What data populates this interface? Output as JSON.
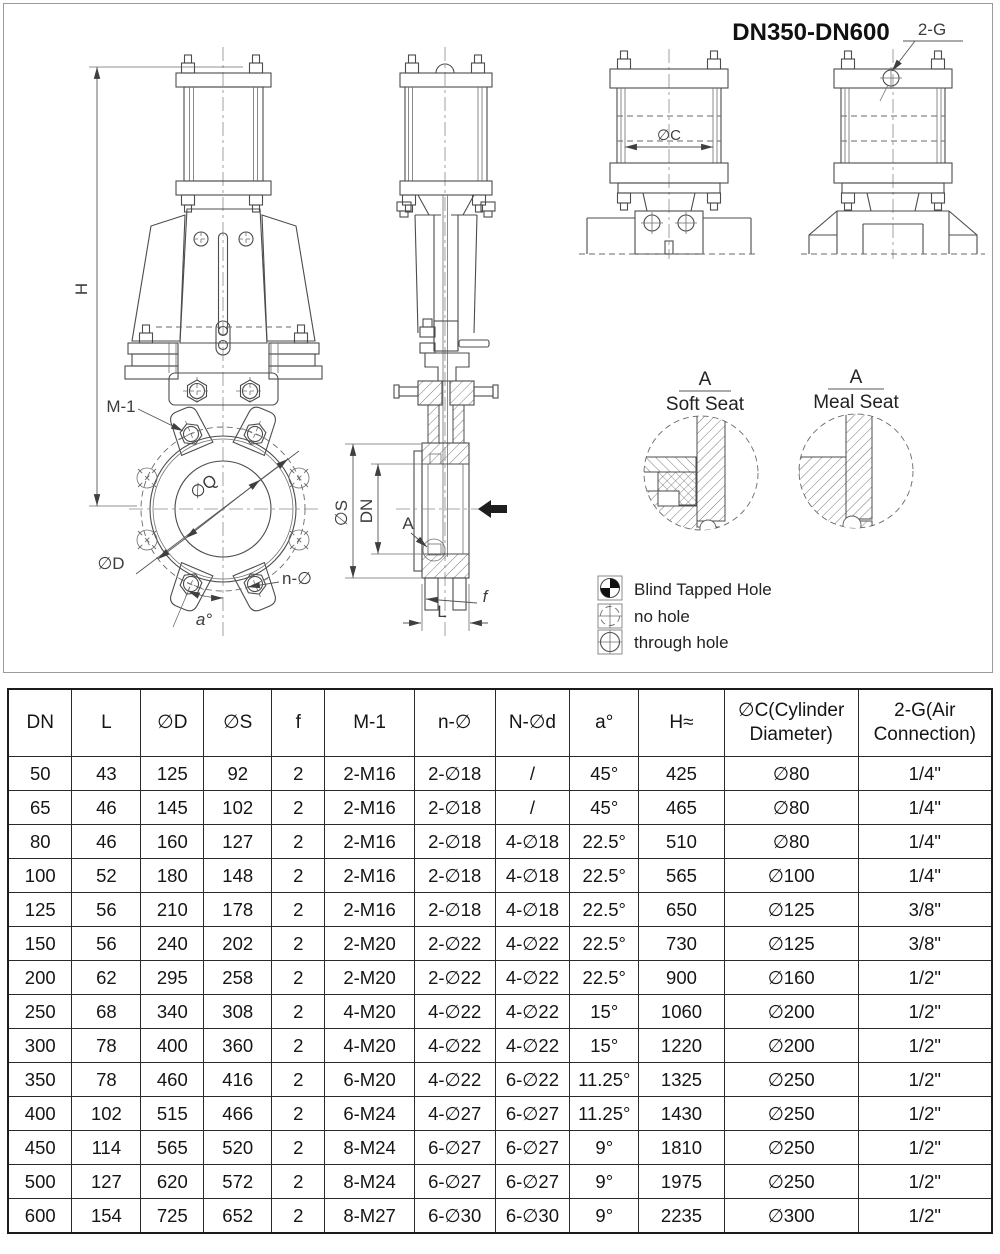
{
  "drawing": {
    "title": "DN350-DN600",
    "labels": {
      "H": "H",
      "M1": "M-1",
      "OQ": "∅Q",
      "OD": "∅D",
      "nO": "n-∅",
      "aDeg": "a°",
      "OS": "∅S",
      "DN": "DN",
      "A": "A",
      "L": "L",
      "f": "f",
      "OC": "∅C",
      "twoG": "2-G"
    },
    "details": [
      {
        "label": "A",
        "caption": "Soft Seat"
      },
      {
        "label": "A",
        "caption": "Meal Seat"
      }
    ],
    "legend": [
      {
        "icon": "blind-tapped-hole-symbol",
        "label": "Blind Tapped Hole"
      },
      {
        "icon": "no-hole-symbol",
        "label": "no hole"
      },
      {
        "icon": "through-hole-symbol",
        "label": "through hole"
      }
    ]
  },
  "table": {
    "headers": [
      "DN",
      "L",
      "∅D",
      "∅S",
      "f",
      "M-1",
      "n-∅",
      "N-∅d",
      "a°",
      "H≈",
      "∅C(Cylinder Diameter)",
      "2-G(Air Connection)"
    ],
    "rows": [
      [
        "50",
        "43",
        "125",
        "92",
        "2",
        "2-M16",
        "2-∅18",
        "/",
        "45°",
        "425",
        "∅80",
        "1/4\""
      ],
      [
        "65",
        "46",
        "145",
        "102",
        "2",
        "2-M16",
        "2-∅18",
        "/",
        "45°",
        "465",
        "∅80",
        "1/4\""
      ],
      [
        "80",
        "46",
        "160",
        "127",
        "2",
        "2-M16",
        "2-∅18",
        "4-∅18",
        "22.5°",
        "510",
        "∅80",
        "1/4\""
      ],
      [
        "100",
        "52",
        "180",
        "148",
        "2",
        "2-M16",
        "2-∅18",
        "4-∅18",
        "22.5°",
        "565",
        "∅100",
        "1/4\""
      ],
      [
        "125",
        "56",
        "210",
        "178",
        "2",
        "2-M16",
        "2-∅18",
        "4-∅18",
        "22.5°",
        "650",
        "∅125",
        "3/8\""
      ],
      [
        "150",
        "56",
        "240",
        "202",
        "2",
        "2-M20",
        "2-∅22",
        "4-∅22",
        "22.5°",
        "730",
        "∅125",
        "3/8\""
      ],
      [
        "200",
        "62",
        "295",
        "258",
        "2",
        "2-M20",
        "2-∅22",
        "4-∅22",
        "22.5°",
        "900",
        "∅160",
        "1/2\""
      ],
      [
        "250",
        "68",
        "340",
        "308",
        "2",
        "4-M20",
        "4-∅22",
        "4-∅22",
        "15°",
        "1060",
        "∅200",
        "1/2\""
      ],
      [
        "300",
        "78",
        "400",
        "360",
        "2",
        "4-M20",
        "4-∅22",
        "4-∅22",
        "15°",
        "1220",
        "∅200",
        "1/2\""
      ],
      [
        "350",
        "78",
        "460",
        "416",
        "2",
        "6-M20",
        "4-∅22",
        "6-∅22",
        "11.25°",
        "1325",
        "∅250",
        "1/2\""
      ],
      [
        "400",
        "102",
        "515",
        "466",
        "2",
        "6-M24",
        "4-∅27",
        "6-∅27",
        "11.25°",
        "1430",
        "∅250",
        "1/2\""
      ],
      [
        "450",
        "114",
        "565",
        "520",
        "2",
        "8-M24",
        "6-∅27",
        "6-∅27",
        "9°",
        "1810",
        "∅250",
        "1/2\""
      ],
      [
        "500",
        "127",
        "620",
        "572",
        "2",
        "8-M24",
        "6-∅27",
        "6-∅27",
        "9°",
        "1975",
        "∅250",
        "1/2\""
      ],
      [
        "600",
        "154",
        "725",
        "652",
        "2",
        "8-M27",
        "6-∅30",
        "6-∅30",
        "9°",
        "2235",
        "∅300",
        "1/2\""
      ]
    ]
  }
}
